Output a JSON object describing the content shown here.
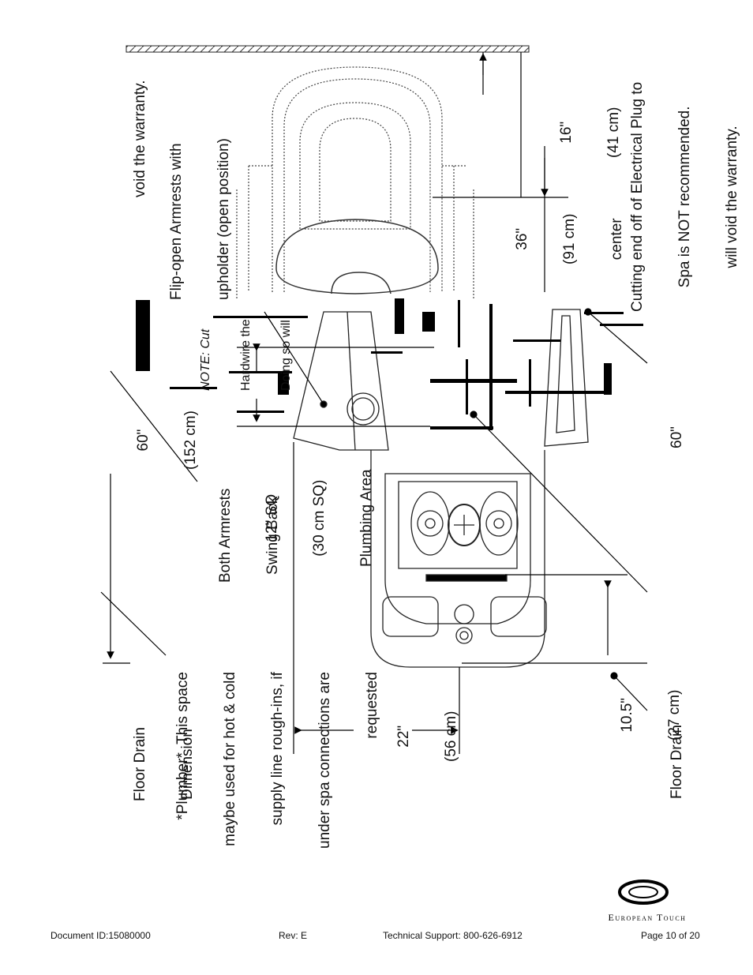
{
  "labels": {
    "wall_dim": [
      "16\"",
      "(41 cm)"
    ],
    "center_dim": [
      "36\"",
      "(91 cm)",
      "center"
    ],
    "armrest_flip": [
      "Flip-open Armrests with",
      "upholder (open position)"
    ],
    "warranty_top": [
      "void the warranty."
    ],
    "electrical": [
      "Cutting end off of Electrical Plug to",
      "Spa is NOT recommended.",
      "will void the warranty."
    ],
    "note": [
      "NOTE: Cut",
      "Hardwire the",
      "Doing so will"
    ],
    "width_dim": [
      "60\"",
      "(152 cm)"
    ],
    "armrests_back": [
      "Both Armrests",
      "Swing Back"
    ],
    "plumbing": [
      "12\" SQ",
      "(30 cm SQ)",
      "Plumbing Area"
    ],
    "floor_drain_dim": [
      "Floor Drain",
      "Dimension"
    ],
    "plumber_note": [
      "*Plumber*  This space",
      "maybe used for hot & cold",
      "supply line rough-ins, if",
      "under spa connections are",
      "requested"
    ],
    "depth_dim": [
      "22\"",
      "(56 cm)"
    ],
    "drain_dim": [
      "10.5\"",
      "(27 cm)"
    ],
    "floor_drain": [
      "Floor Drain"
    ],
    "side_dim": [
      "60\""
    ]
  },
  "logo": {
    "brand": "European Touch"
  },
  "footer": {
    "document_id": "Document ID:15080000",
    "revision": "Rev: E",
    "support": "Technical Support: 800-626-6912",
    "page": "Page 10 of 20"
  }
}
